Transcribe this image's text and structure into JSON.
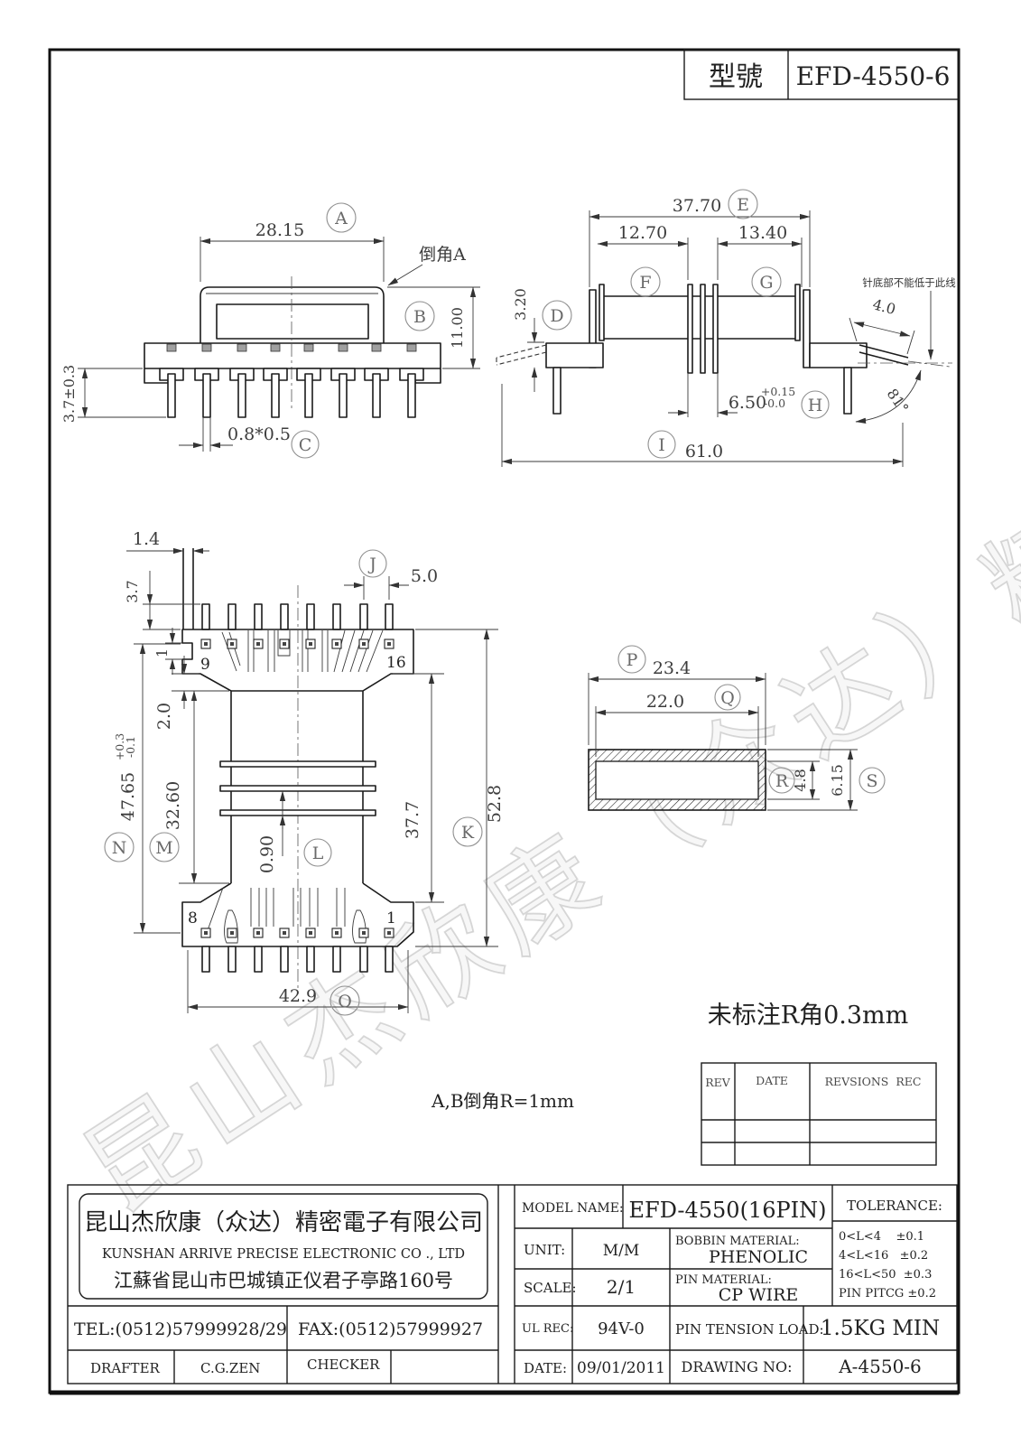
{
  "page": {
    "model_label": "型號",
    "model_value": "EFD-4550-6"
  },
  "watermark": {
    "text": "昆山杰欣康（众达）精密电子有限公司"
  },
  "front_view": {
    "balloon_a": "A",
    "dim_width": "28.15",
    "chamfer_note": "倒角A",
    "balloon_b": "B",
    "dim_height": "11.00",
    "balloon_c": "C",
    "dim_pin": "0.8*0.5",
    "dim_pin_len": "3.7±0.3"
  },
  "side_view": {
    "balloon_e": "E",
    "dim_total_width": "37.70",
    "balloon_f": "F",
    "dim_f": "12.70",
    "balloon_g": "G",
    "dim_g": "13.40",
    "balloon_d": "D",
    "dim_d": "3.20",
    "balloon_h": "H",
    "dim_h": "6.50",
    "dim_h_tol_up": "+0.15",
    "dim_h_tol_dn": "-0.0",
    "balloon_i": "I",
    "dim_i": "61.0",
    "dim_pin_tip": "4.0",
    "dim_angle": "81°",
    "note": "针底部不能低于此线"
  },
  "plan_view": {
    "dim_rib_w": "1.4",
    "dim_rib_h": "3.7",
    "dim_notch": "1",
    "dim_step": "2.0",
    "balloon_j": "J",
    "dim_pitch": "5.0",
    "pin_top_left": "9",
    "pin_top_right": "16",
    "pin_bottom_left": "8",
    "pin_bottom_right": "1",
    "dim_pin_span": "47.65",
    "dim_pin_span_tol_up": "+0.3",
    "dim_pin_span_tol_dn": "-0.1",
    "dim_window": "32.60",
    "balloon_n": "N",
    "balloon_m": "M",
    "dim_barrier": "0.90",
    "balloon_l": "L",
    "dim_flange": "37.7",
    "balloon_k": "K",
    "dim_overall": "52.8",
    "dim_width": "42.9",
    "balloon_o": "O"
  },
  "section_view": {
    "balloon_p": "P",
    "dim_outer_w": "23.4",
    "balloon_q": "Q",
    "dim_inner_w": "22.0",
    "balloon_r": "R",
    "dim_inner_h": "4.8",
    "balloon_s": "S",
    "dim_outer_h": "6.15"
  },
  "notes": {
    "radius": "未标注R角0.3mm",
    "chamfer": "A,B倒角R=1mm"
  },
  "revision_table": {
    "col_rev": "REV",
    "col_date": "DATE",
    "col_revisions": "REVSIONS  REC"
  },
  "title_block": {
    "company_cn": "昆山杰欣康（众达）精密電子有限公司",
    "company_en": "KUNSHAN ARRIVE PRECISE ELECTRONIC CO ., LTD",
    "company_addr": "江蘇省昆山市巴城镇正仪君子亭路160号",
    "tel": "TEL:(0512)57999928/29",
    "fax": "FAX:(0512)57999927",
    "drafter_label": "DRAFTER",
    "drafter_value": "C.G.ZEN",
    "checker_label": "CHECKER",
    "model_name_label": "MODEL NAME:",
    "model_name_value": "EFD-4550(16PIN)",
    "tolerance_label": "TOLERANCE:",
    "tol_row1": "0<L<4    ±0.1",
    "tol_row2": "4<L<16   ±0.2",
    "tol_row3": "16<L<50  ±0.3",
    "tol_row4": "PIN PITCG ±0.2",
    "unit_label": "UNIT:",
    "unit_value": "M/M",
    "bobbin_label": "BOBBIN MATERIAL:",
    "bobbin_value": "PHENOLIC",
    "scale_label": "SCALE:",
    "scale_value": "2/1",
    "pin_material_label": "PIN MATERIAL:",
    "pin_material_value": "CP WIRE",
    "ul_label": "UL REC:",
    "ul_value": "94V-0",
    "tension_label": "PIN TENSION LOAD:",
    "tension_value": "1.5KG MIN",
    "date_label": "DATE:",
    "date_value": "09/01/2011",
    "drawing_no_label": "DRAWING NO:",
    "drawing_no_value": "A-4550-6"
  }
}
